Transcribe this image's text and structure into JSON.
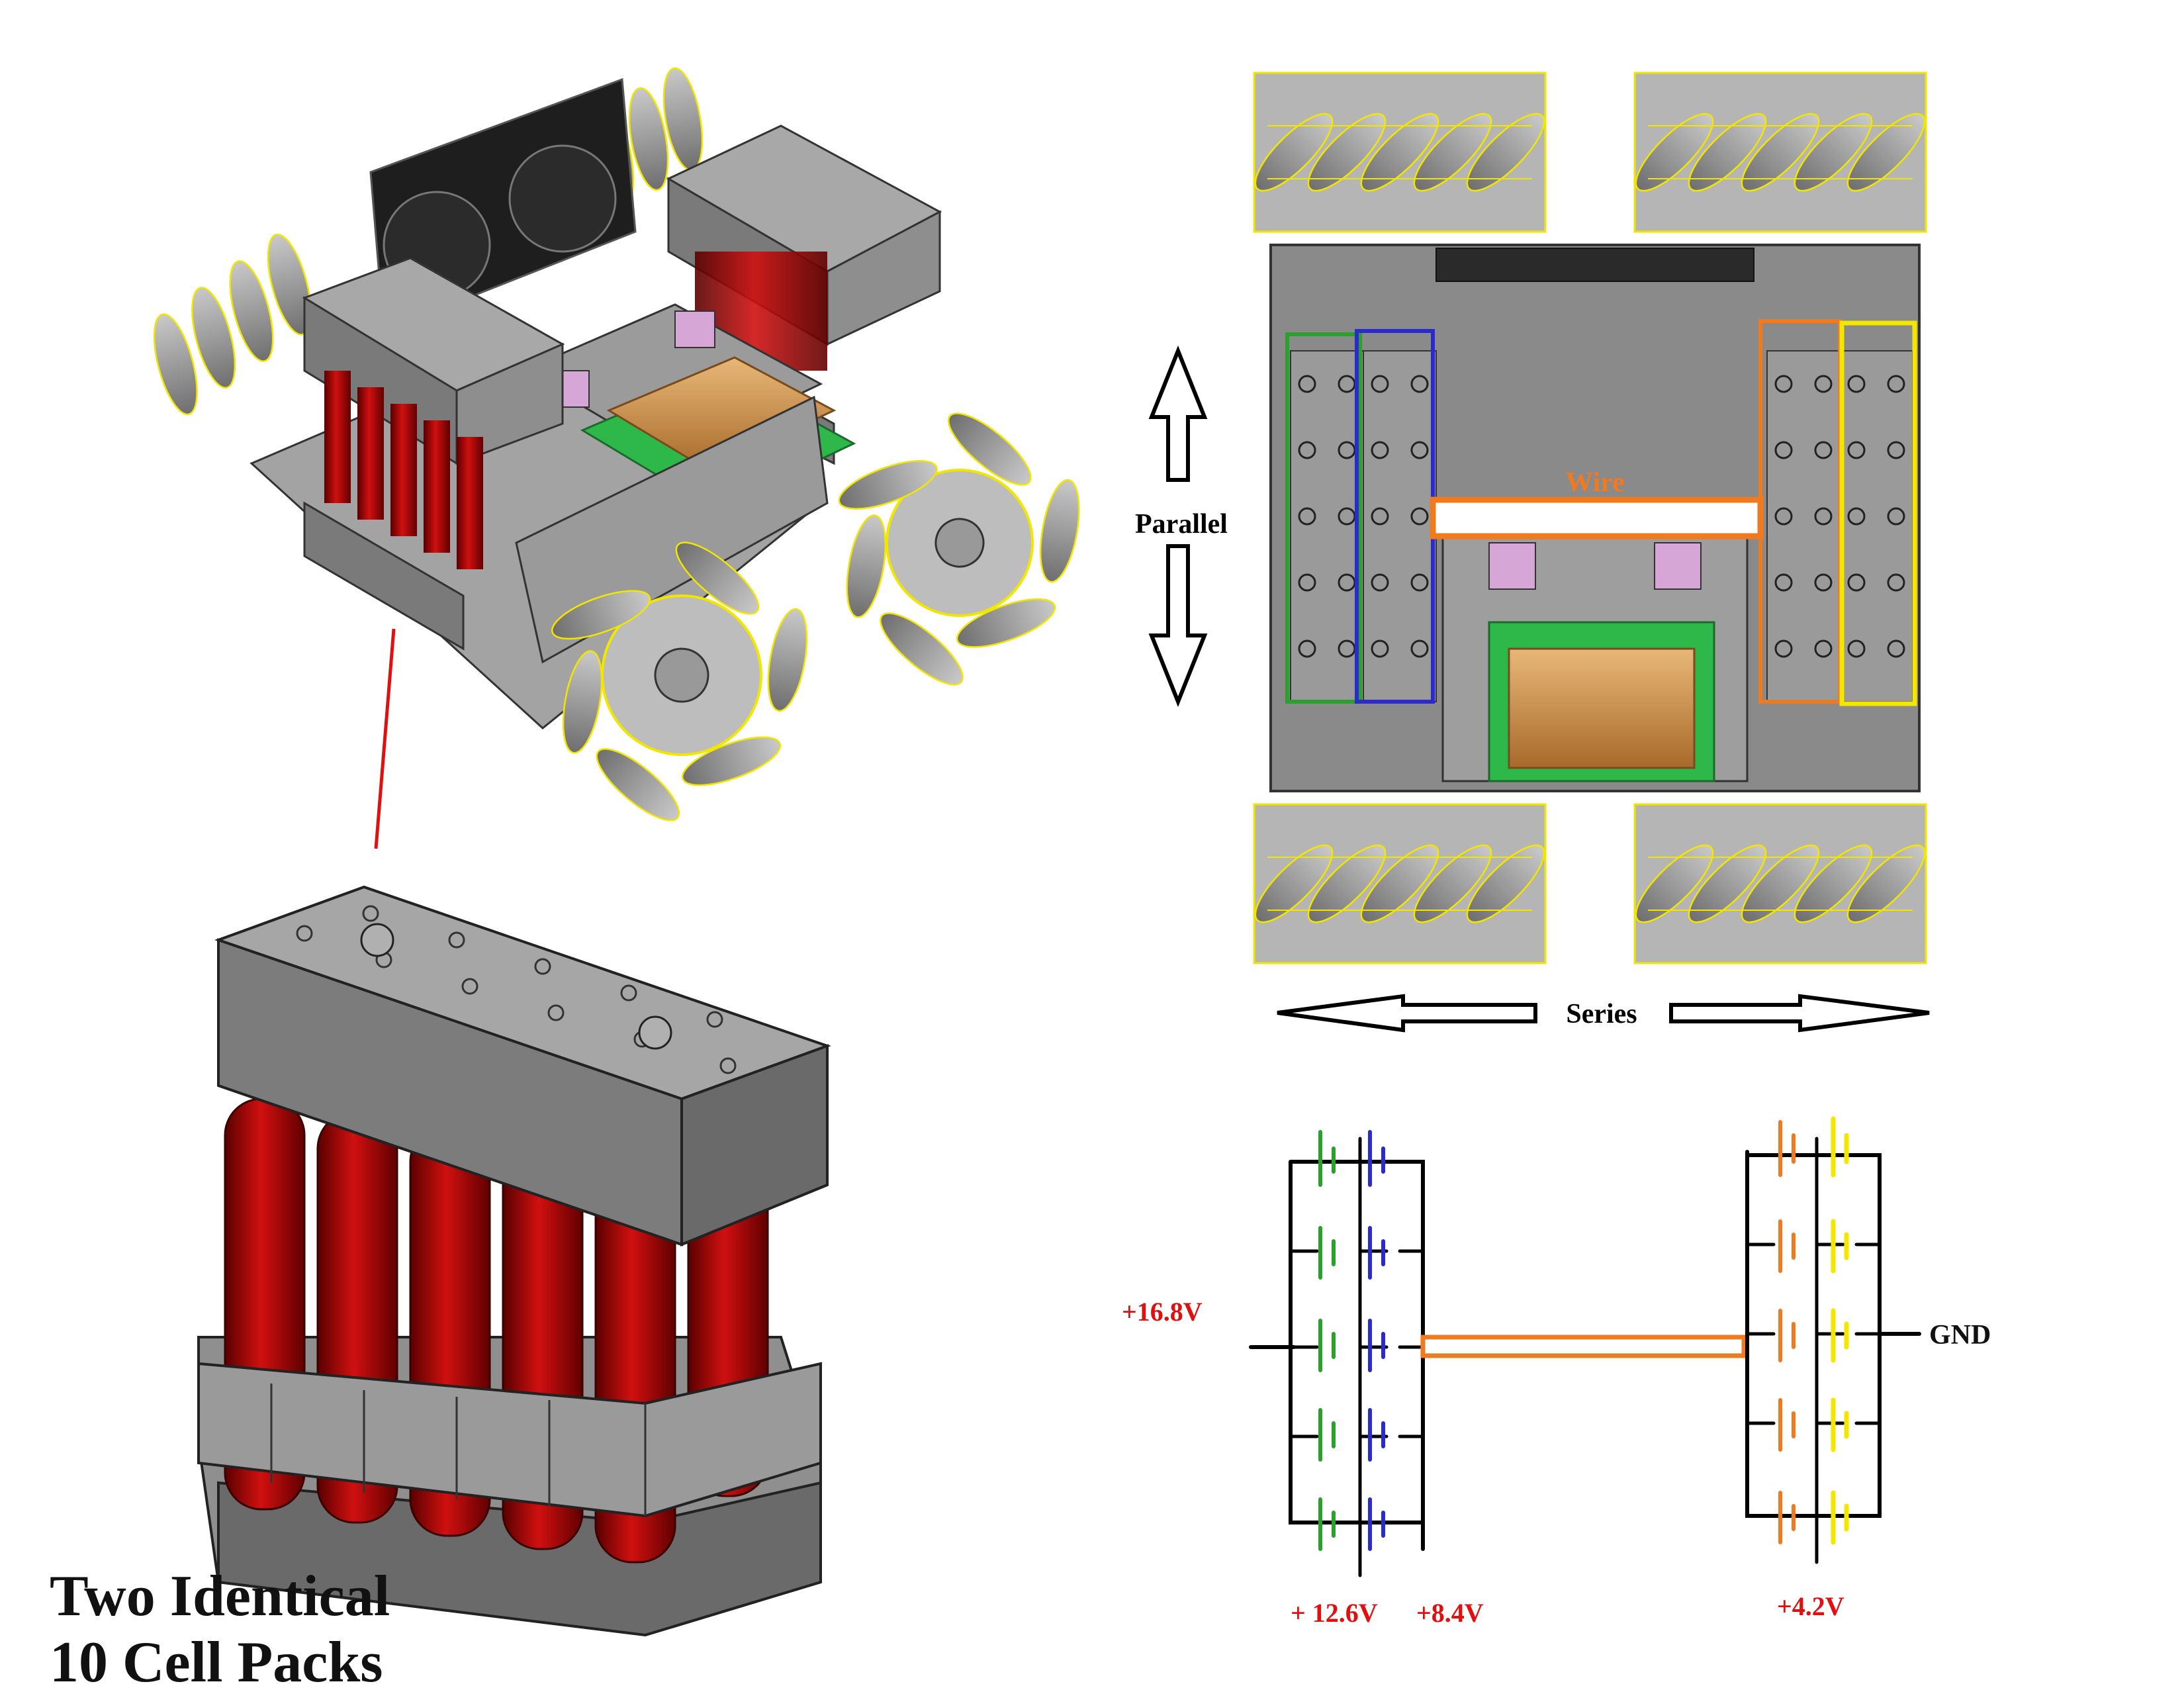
{
  "labels": {
    "parallel": "Parallel",
    "series": "Series",
    "wire": "Wire",
    "caption_line1": "Two Identical",
    "caption_line2": "10 Cell Packs"
  },
  "voltages": {
    "v16_8": "+16.8V",
    "v12_6": "+ 12.6V",
    "v8_4": "+8.4V",
    "v4_2": "+4.2V",
    "gnd": "GND"
  },
  "colors": {
    "cell_red": "#b00000",
    "chassis_grey": "#8a8a8a",
    "wheel_grey": "#9a9a9a",
    "outline_yellow": "#f2e600",
    "group_green": "#2ca02c",
    "group_blue": "#2a2ad0",
    "group_orange": "#f07a20",
    "group_yellow": "#f5e600",
    "wire_orange": "#f07a20",
    "voltage_red": "#e01010"
  }
}
